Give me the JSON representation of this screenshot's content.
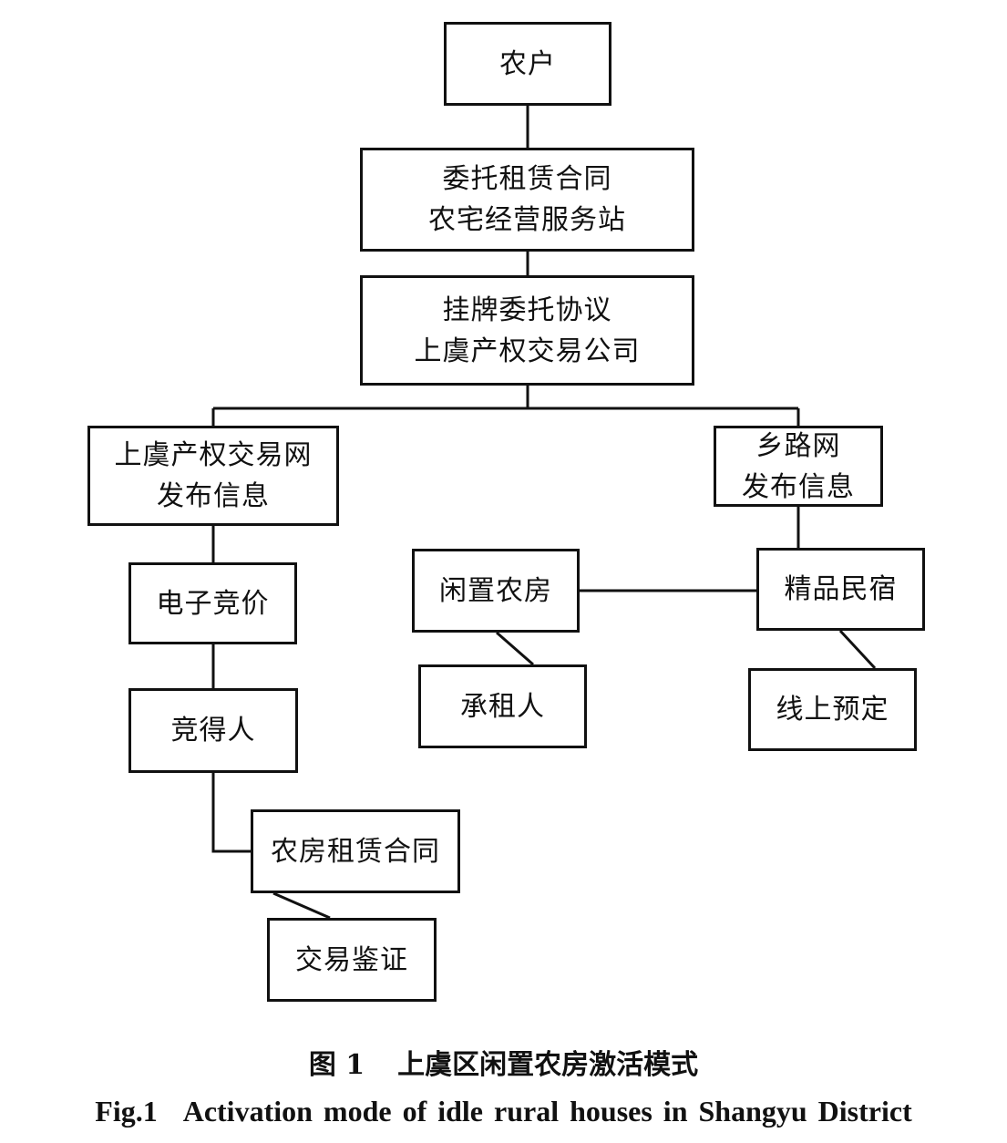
{
  "nodes": {
    "farmer": [
      "农户"
    ],
    "service_station": [
      "委托租赁合同",
      "农宅经营服务站"
    ],
    "trading_company": [
      "挂牌委托协议",
      "上虞产权交易公司"
    ],
    "exchange_web": [
      "上虞产权交易网",
      "发布信息"
    ],
    "xianglu_web": [
      "乡路网",
      "发布信息"
    ],
    "e_bidding": [
      "电子竞价"
    ],
    "winner": [
      "竞得人"
    ],
    "lease_contract": [
      "农房租赁合同"
    ],
    "verification": [
      "交易鉴证"
    ],
    "idle_house": [
      "闲置农房"
    ],
    "tenant": [
      "承租人"
    ],
    "boutique_bnb": [
      "精品民宿"
    ],
    "online_booking": [
      "线上预定"
    ]
  },
  "caption": {
    "cn_number": "图 1",
    "cn_title": "上虞区闲置农房激活模式",
    "en_number": "Fig.1",
    "en_title": "Activation mode of idle rural houses in Shangyu District"
  }
}
